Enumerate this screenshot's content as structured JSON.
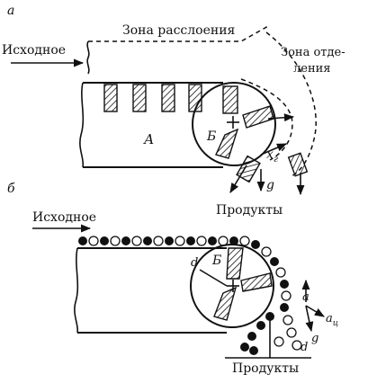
{
  "panel_a": {
    "letter": "а",
    "zone_layering": "Зона расслоения",
    "zone_separation_line1": "Зона отде-",
    "zone_separation_line2": "ления",
    "feed_label": "Исходное",
    "region_a": "А",
    "region_b": "Б",
    "x_symbol": "x",
    "x_subscript": "г",
    "g_symbol": "g",
    "products_label": "Продукты"
  },
  "panel_b": {
    "letter": "б",
    "feed_label": "Исходное",
    "region_b": "Б",
    "d_label_top": "d",
    "d_label_bottom": "d",
    "a_symbol": "a",
    "ac_symbol": "a",
    "ac_subscript": "ц",
    "g_symbol": "g",
    "products_label": "Продукты"
  }
}
